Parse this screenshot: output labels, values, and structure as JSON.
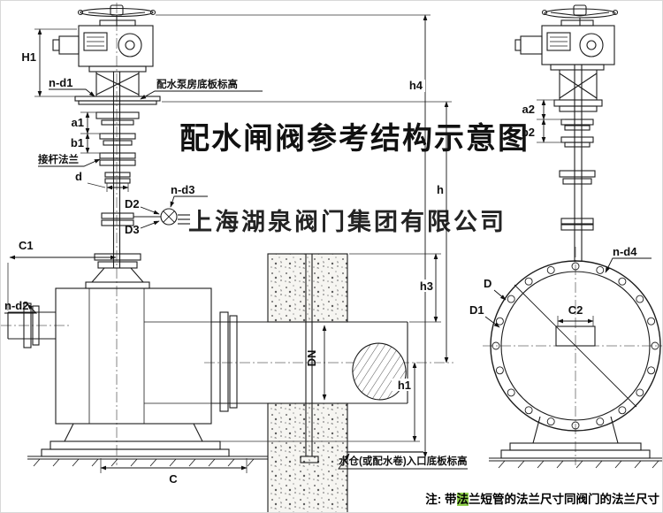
{
  "title": "配水闸阀参考结构示意图",
  "watermark": "上海湖泉阀门集团有限公司",
  "note": {
    "prefix": "注: 带",
    "highlight": "法",
    "rest": "兰短管的法兰尺寸同阀门的法兰尺寸"
  },
  "colors": {
    "title_red": "#e8141c",
    "watermark_gray": "#3c3c3c",
    "highlight_green": "#8ed04a",
    "line": "#1c1c1c"
  },
  "labels": {
    "h1_cap": "H1",
    "n_d1": "n-d1",
    "pump_room_floor": "配水泵房底板标高",
    "a1": "a1",
    "b1": "b1",
    "stem_flange": "接杆法兰",
    "d": "d",
    "d2": "D2",
    "n_d3": "n-d3",
    "d3": "D3",
    "c1": "C1",
    "n_d2": "n-d2",
    "dn": "DN",
    "c": "C",
    "sump_floor": "水仓(或配水卷)入口底板标高",
    "h4": "h4",
    "h": "h",
    "h3": "h3",
    "h1": "h1",
    "a2": "a2",
    "b2": "b2",
    "n_d4": "n-d4",
    "d_cap": "D",
    "d1_cap": "D1",
    "c2": "C2"
  }
}
